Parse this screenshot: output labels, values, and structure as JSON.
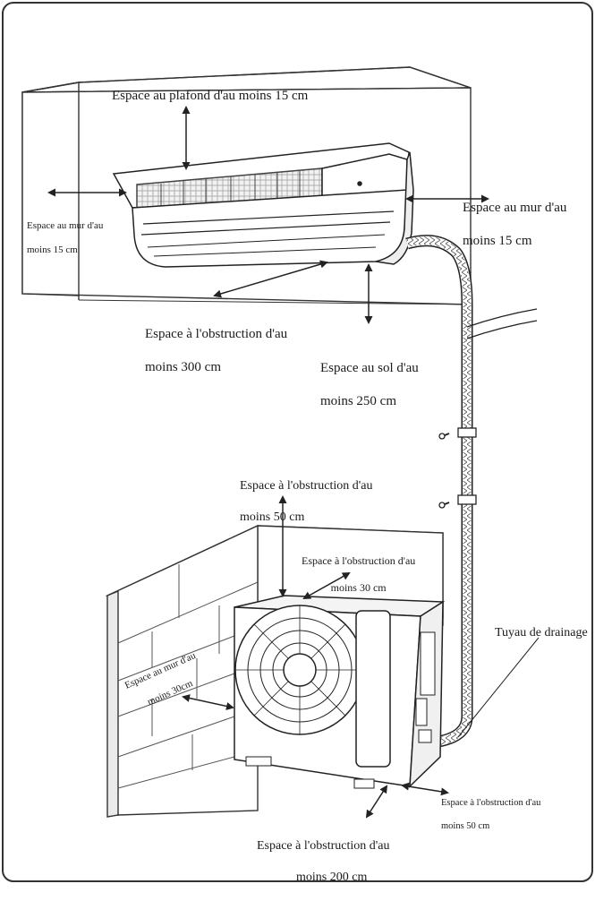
{
  "labels": {
    "ceiling": "Espace au plafond d'au moins 15 cm",
    "wall_left_indoor": [
      "Espace au mur d'au",
      "moins 15 cm"
    ],
    "wall_right_indoor": [
      "Espace au mur d'au",
      "moins 15 cm"
    ],
    "obstruction_300": [
      "Espace à l'obstruction d'au",
      "moins 300 cm"
    ],
    "floor_250": [
      "Espace au sol d'au",
      "moins 250 cm"
    ],
    "obstruction_50_top": [
      "Espace à l'obstruction d'au",
      "moins 50 cm"
    ],
    "obstruction_30": [
      "Espace à l'obstruction d'au",
      "moins 30 cm"
    ],
    "drain_pipe": "Tuyau de drainage",
    "wall_outdoor": [
      "Espace au mur d'au",
      "moins 30cm"
    ],
    "obstruction_50_right": [
      "Espace à l'obstruction d'au",
      "moins 50 cm"
    ],
    "obstruction_200": [
      "Espace à l'obstruction d'au",
      "moins 200 cm"
    ]
  }
}
